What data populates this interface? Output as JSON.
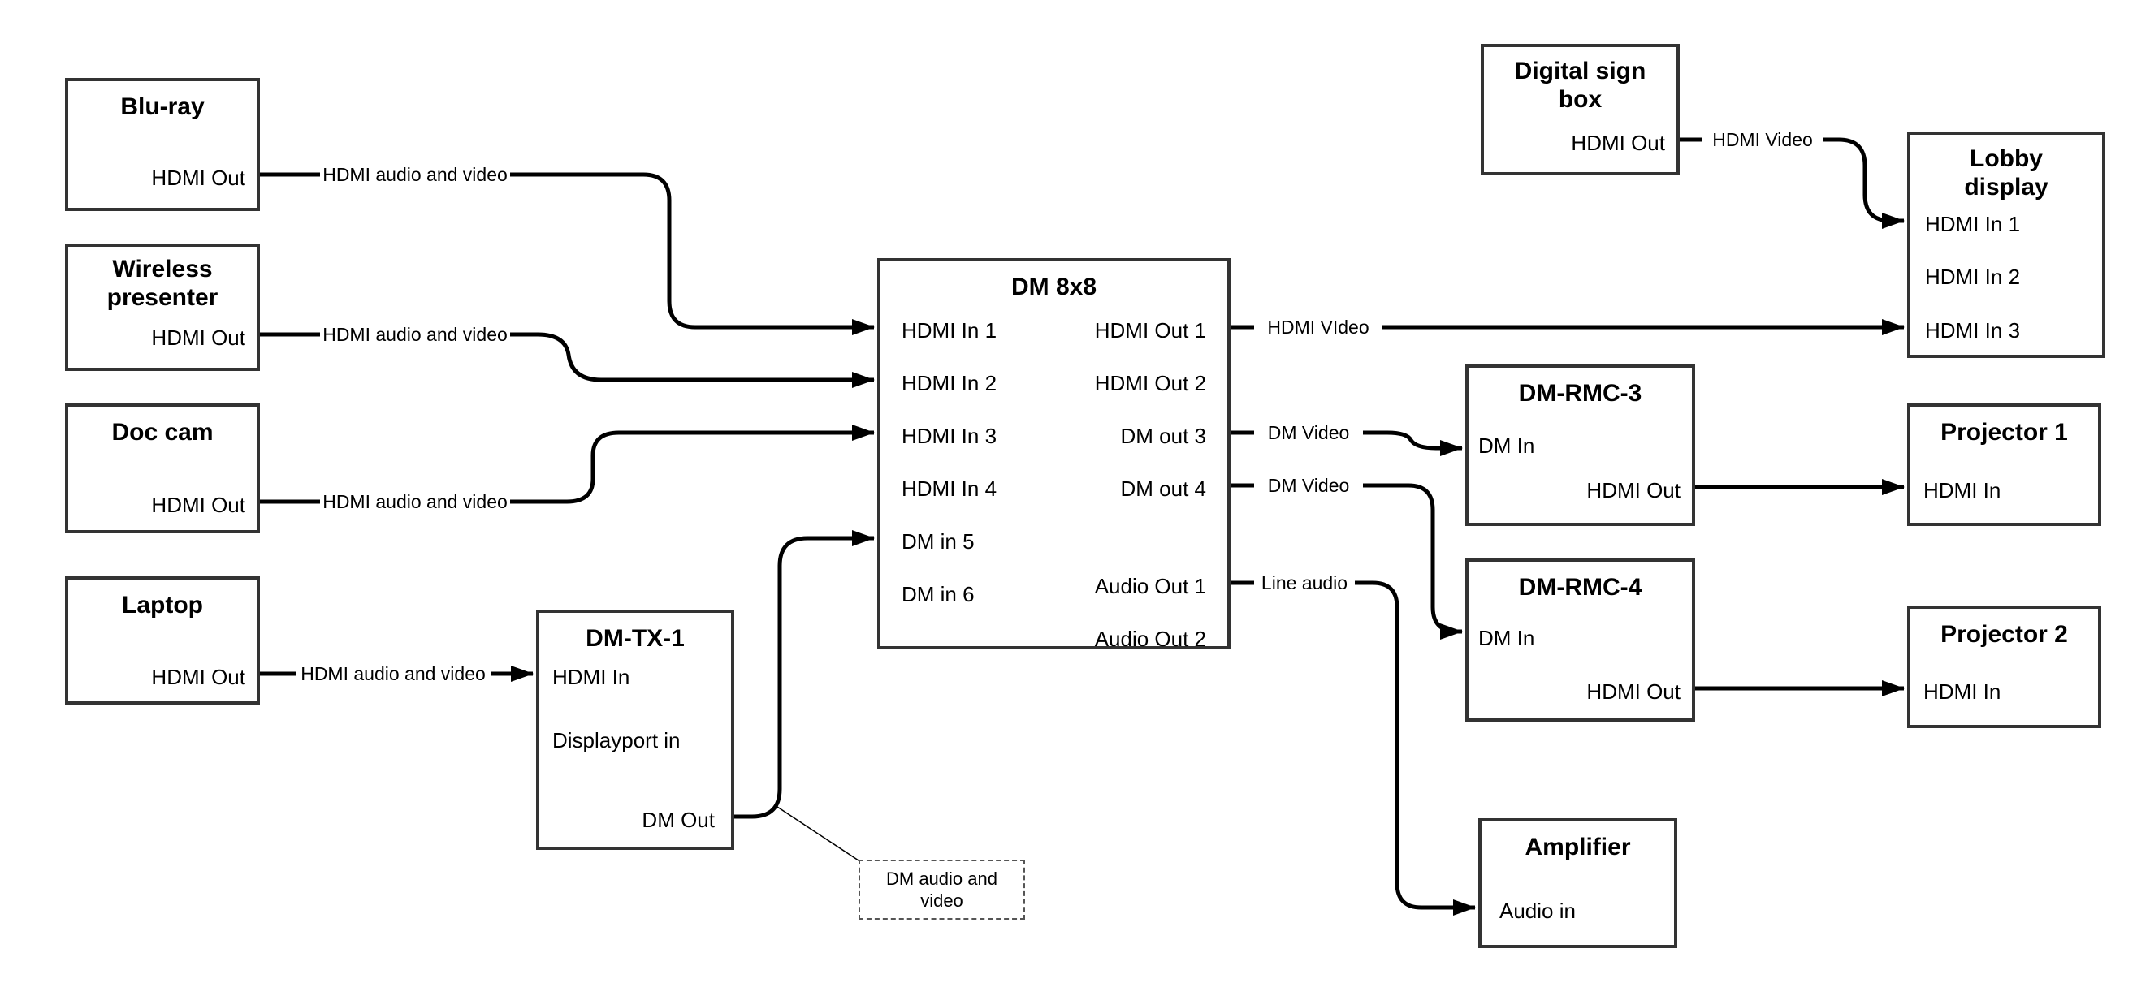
{
  "nodes": {
    "bluRay": {
      "title": "Blu-ray",
      "port": "HDMI Out"
    },
    "wireless": {
      "title": "Wireless presenter",
      "port": "HDMI Out"
    },
    "docCam": {
      "title": "Doc cam",
      "port": "HDMI Out"
    },
    "laptop": {
      "title": "Laptop",
      "port": "HDMI Out"
    },
    "dmTx1": {
      "title": "DM-TX-1",
      "hdmiIn": "HDMI In",
      "dpIn": "Displayport in",
      "dmOut": "DM Out"
    },
    "dm8x8": {
      "title": "DM 8x8",
      "inputs": [
        "HDMI In 1",
        "HDMI In 2",
        "HDMI In 3",
        "HDMI In 4",
        "DM in 5",
        "DM in 6"
      ],
      "outputs": [
        "HDMI Out 1",
        "HDMI Out 2",
        "DM out 3",
        "DM out 4",
        "Audio Out 1",
        "Audio Out 2"
      ]
    },
    "digitalSign": {
      "title": "Digital sign box",
      "port": "HDMI Out"
    },
    "lobbyDisplay": {
      "title": "Lobby display",
      "inputs": [
        "HDMI In 1",
        "HDMI In 2",
        "HDMI In 3"
      ]
    },
    "dmRmc3": {
      "title": "DM-RMC-3",
      "dmIn": "DM In",
      "hdmiOut": "HDMI Out"
    },
    "projector1": {
      "title": "Projector 1",
      "port": "HDMI In"
    },
    "dmRmc4": {
      "title": "DM-RMC-4",
      "dmIn": "DM In",
      "hdmiOut": "HDMI Out"
    },
    "projector2": {
      "title": "Projector 2",
      "port": "HDMI In"
    },
    "amplifier": {
      "title": "Amplifier",
      "port": "Audio in"
    }
  },
  "edges": {
    "bluRay": "HDMI audio and video",
    "wireless": "HDMI audio and video",
    "docCam": "HDMI audio and video",
    "laptop": "HDMI audio and video",
    "hdmiOut1": "HDMI VIdeo",
    "dmOut3": "DM Video",
    "dmOut4": "DM Video",
    "audioOut1": "Line audio",
    "digitalSign": "HDMI Video",
    "note": "DM audio and video"
  },
  "colors": {
    "line": "#000000",
    "boxBorder": "#333333",
    "background": "#ffffff",
    "text": "#000000"
  }
}
